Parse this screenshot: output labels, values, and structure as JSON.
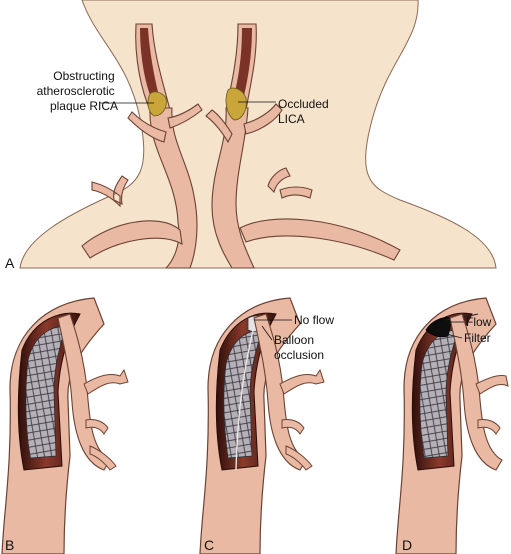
{
  "panels": {
    "a": {
      "letter": "A",
      "label_left": [
        "Obstructing",
        "atherosclerotic",
        "plaque RICA"
      ],
      "label_right": [
        "Occluded",
        "LICA"
      ]
    },
    "b": {
      "letter": "B"
    },
    "c": {
      "letter": "C",
      "label_top": "No flow",
      "label_bottom": [
        "Balloon",
        "occlusion"
      ]
    },
    "d": {
      "letter": "D",
      "label_top": "Flow",
      "label_bottom": "Filter"
    }
  },
  "colors": {
    "skin": "#f6e3cc",
    "artery": "#e9b9a3",
    "artery_outline": "#6b4233",
    "lumen": "#8f3f2f",
    "lumen_dark": "#3b1510",
    "plaque": "#c9a53a",
    "stent": "#d7d7df"
  }
}
